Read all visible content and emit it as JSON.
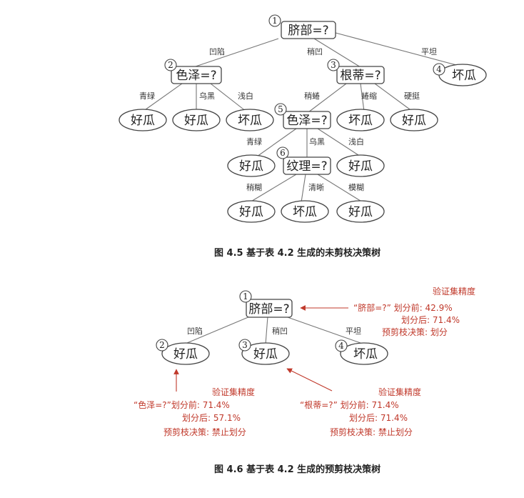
{
  "fig5": {
    "n1_num": "1",
    "n1_label": "脐部=?",
    "e_concave": "凹陷",
    "e_slightly": "稍凹",
    "e_flat": "平坦",
    "n2_num": "2",
    "n2_label": "色泽=?",
    "n3_num": "3",
    "n3_label": "根蒂=?",
    "n4_num": "4",
    "n4_label": "坏瓜",
    "e2_green": "青绿",
    "e2_black": "乌黑",
    "e2_white": "浅白",
    "l2_green": "好瓜",
    "l2_black": "好瓜",
    "l2_white": "坏瓜",
    "e3_curl": "稍蜷",
    "e3_shrink": "蜷缩",
    "e3_stiff": "硬挺",
    "n5_num": "5",
    "n5_label": "色泽=?",
    "l3_shrink": "坏瓜",
    "l3_stiff": "好瓜",
    "e5_green": "青绿",
    "e5_black": "乌黑",
    "e5_white": "浅白",
    "l5_green": "好瓜",
    "n6_num": "6",
    "n6_label": "纹理=?",
    "l5_white": "好瓜",
    "e6_blur_slight": "稍糊",
    "e6_clear": "清晰",
    "e6_blur": "模糊",
    "l6_blur_slight": "好瓜",
    "l6_clear": "坏瓜",
    "l6_blur": "好瓜",
    "caption": "图 4.5   基于表 4.2 生成的未剪枝决策树"
  },
  "fig6": {
    "root_note_title": "验证集精度",
    "root_note_1": "“脐部=?” 划分前: 42.9%",
    "root_note_2": "划分后: 71.4%",
    "root_note_3": "预剪枝决策: 划分",
    "n1_num": "1",
    "n1_label": "脐部=?",
    "e_concave": "凹陷",
    "e_slightly": "稍凹",
    "e_flat": "平坦",
    "n2_num": "2",
    "n2_label": "好瓜",
    "n3_num": "3",
    "n3_label": "好瓜",
    "n4_num": "4",
    "n4_label": "坏瓜",
    "left_note_title": "验证集精度",
    "left_note_1": "“色泽=?”划分前: 71.4%",
    "left_note_2": "划分后: 57.1%",
    "left_note_3": "预剪枝决策: 禁止划分",
    "mid_note_title": "验证集精度",
    "mid_note_1": "“根蒂=?” 划分前: 71.4%",
    "mid_note_2": "划分后: 71.4%",
    "mid_note_3": "预剪枝决策: 禁止划分",
    "caption": "图 4.6   基于表 4.2 生成的预剪枝决策树"
  },
  "colors": {
    "annotation": "#c0392b",
    "stroke": "#444444"
  }
}
